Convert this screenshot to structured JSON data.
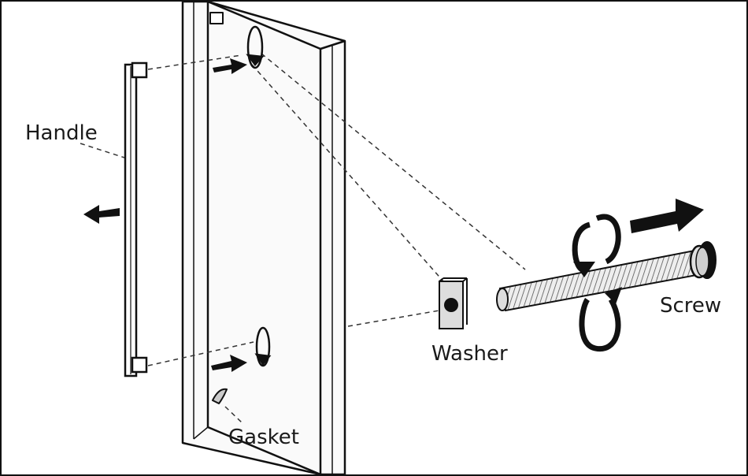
{
  "labels": {
    "handle": "Handle",
    "gasket": "Gasket",
    "washer": "Washer",
    "screw": "Screw"
  },
  "colors": {
    "ink": "#111111",
    "label": "#1a1a1a",
    "background": "#ffffff"
  }
}
